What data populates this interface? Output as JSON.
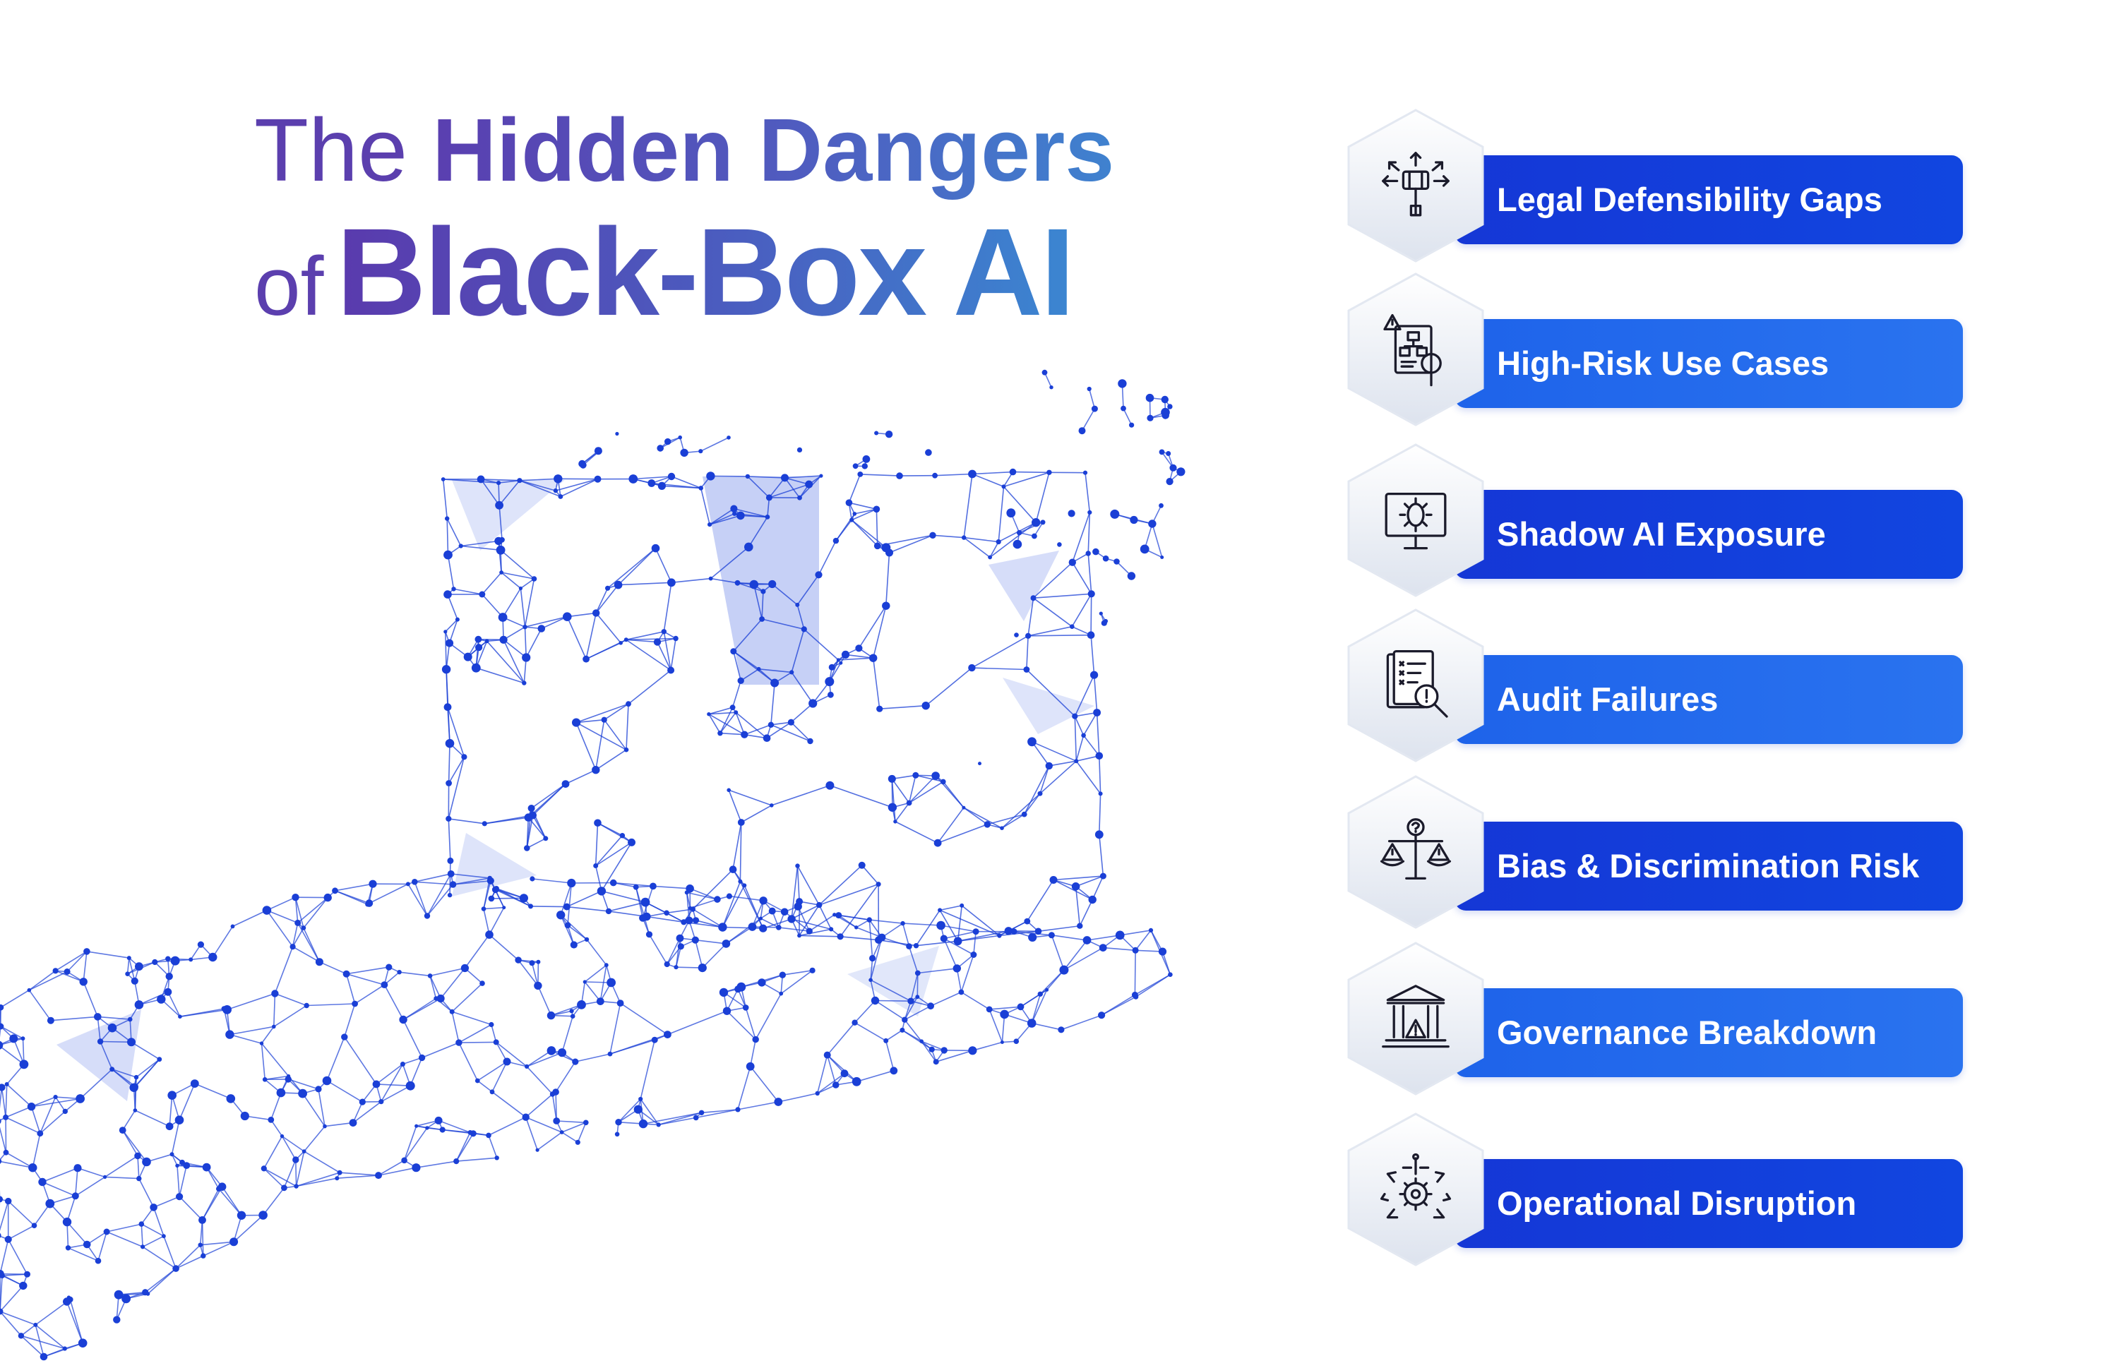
{
  "title": {
    "line1_thin": "The",
    "line1_bold": "Hidden Dangers",
    "line2_thin": "of",
    "line2_bold": "Black-Box AI"
  },
  "risks": [
    {
      "label": "Legal Defensibility Gaps",
      "icon": "gavel-arrows-icon",
      "tone": "dark"
    },
    {
      "label": "High-Risk Use Cases",
      "icon": "document-warning-magnifier-icon",
      "tone": "light"
    },
    {
      "label": "Shadow AI Exposure",
      "icon": "monitor-eye-icon",
      "tone": "dark"
    },
    {
      "label": "Audit Failures",
      "icon": "checklist-alert-magnifier-icon",
      "tone": "light"
    },
    {
      "label": "Bias & Discrimination Risk",
      "icon": "scale-question-warning-icon",
      "tone": "dark"
    },
    {
      "label": "Governance Breakdown",
      "icon": "institution-warning-icon",
      "tone": "light"
    },
    {
      "label": "Operational Disruption",
      "icon": "gear-arrows-icon",
      "tone": "dark"
    }
  ],
  "colors": {
    "bar_dark": "#1537d6",
    "bar_light": "#1e63ea",
    "network": "#1a3fd6",
    "title_purple": "#5b3fae",
    "title_blue": "#3f82cf"
  }
}
